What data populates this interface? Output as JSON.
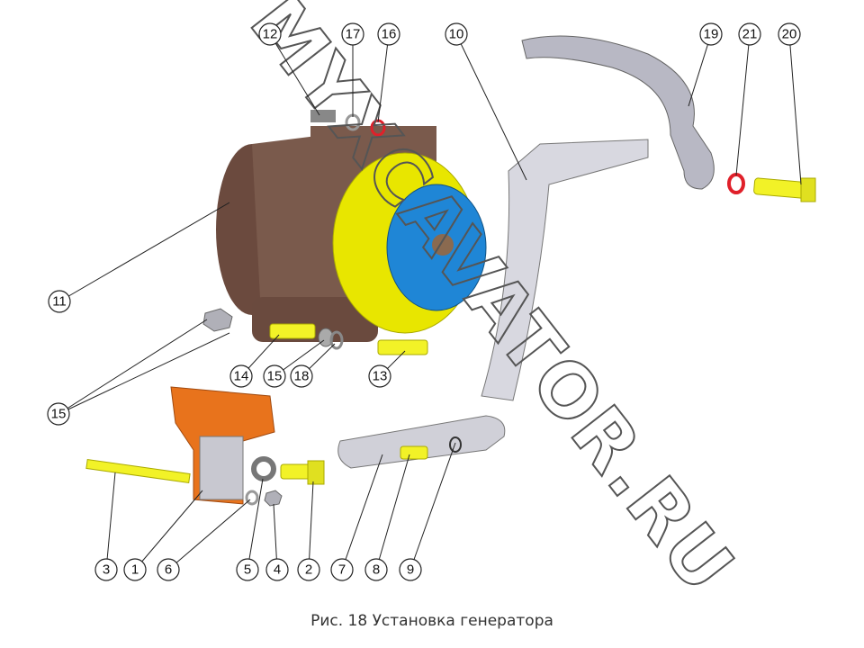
{
  "caption": "Рис. 18 Установка генератора",
  "watermark": "MYXCAVATOR.RU",
  "callouts": [
    "12",
    "17",
    "16",
    "10",
    "19",
    "21",
    "20",
    "11",
    "15",
    "14",
    "15",
    "18",
    "13",
    "3",
    "1",
    "6",
    "5",
    "4",
    "2",
    "7",
    "8",
    "9"
  ],
  "colors": {
    "housing": "#7a5a4c",
    "fan": "#e8e600",
    "pulley": "#1f86d6",
    "bracket": "#e8731c",
    "bolt": "#f2f227",
    "plate": "#d0d0d8",
    "ring": "#e0202a"
  }
}
